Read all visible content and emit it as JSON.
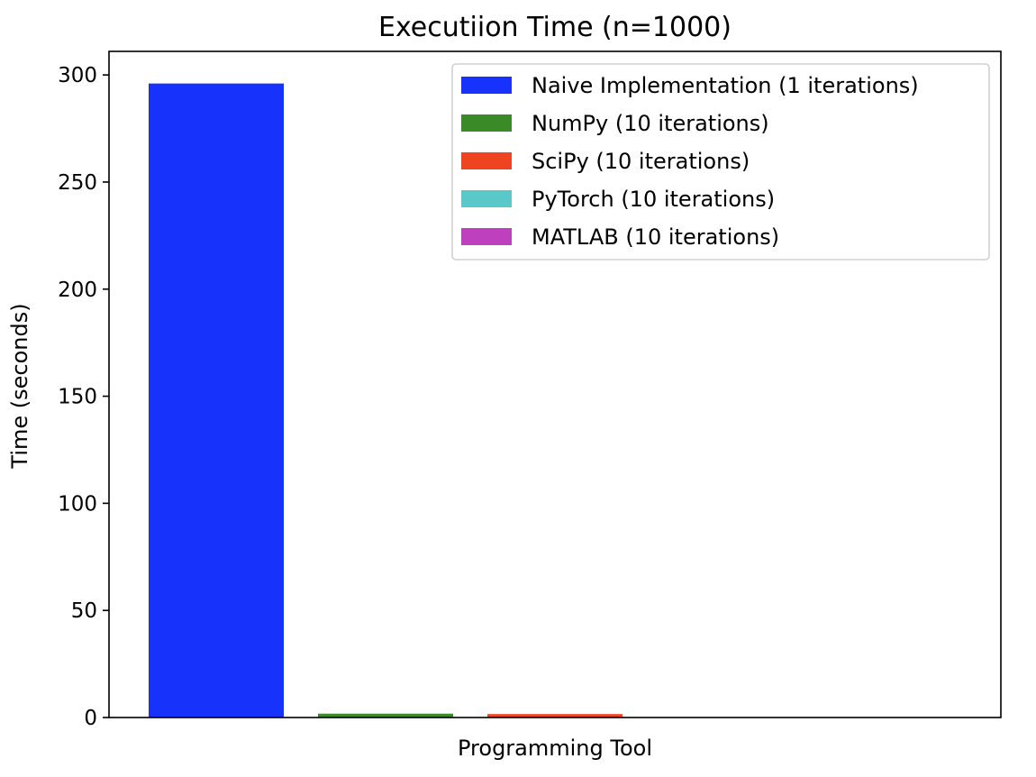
{
  "chart_data": {
    "type": "bar",
    "title": "Executiion Time (n=1000)",
    "xlabel": "Programming Tool",
    "ylabel": "Time (seconds)",
    "ylim": [
      0,
      311
    ],
    "yticks": [
      0,
      50,
      100,
      150,
      200,
      250,
      300
    ],
    "xticks_visible": false,
    "grid": false,
    "legend_position": "upper right",
    "series": [
      {
        "name": "Naive Implementation (1 iterations)",
        "value": 296.0,
        "color": "#1732fb"
      },
      {
        "name": "NumPy (10 iterations)",
        "value": 1.8,
        "color": "#3a8a27"
      },
      {
        "name": "SciPy (10 iterations)",
        "value": 1.6,
        "color": "#ee4422"
      },
      {
        "name": "PyTorch (10 iterations)",
        "value": 0.0,
        "color": "#5ac8c8"
      },
      {
        "name": "MATLAB (10 iterations)",
        "value": 0.0,
        "color": "#bf40bf"
      }
    ]
  }
}
